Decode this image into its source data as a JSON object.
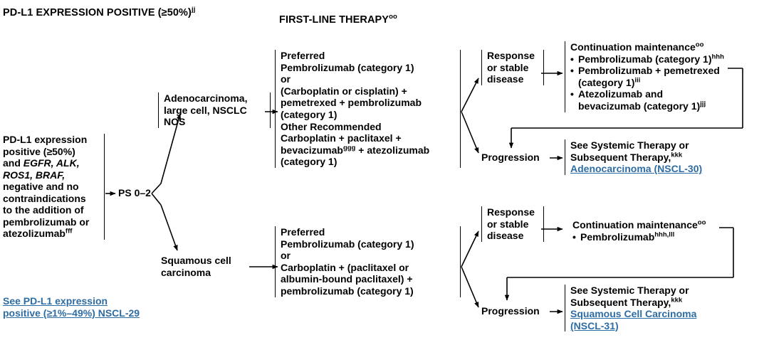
{
  "headers": {
    "left": "PD-L1 EXPRESSION POSITIVE (≥50%)",
    "left_sup": "jj",
    "therapy": "FIRST-LINE THERAPY",
    "therapy_sup": "oo"
  },
  "colors": {
    "link": "#2e6ca4",
    "line": "#000000",
    "background": "#ffffff"
  },
  "patient": {
    "line1": "PD-L1 expression",
    "line2": "positive (≥50%)",
    "line3_pre": "and ",
    "line3_genes": "EGFR, ALK,",
    "line4_genes": "ROS1, BRAF,",
    "line5": "negative and no",
    "line6": "contraindications",
    "line7": "to the addition of",
    "line8": "pembrolizumab or",
    "line9": "atezolizumab",
    "line9_sup": "fff"
  },
  "ps_node": "PS 0–2",
  "see_link": {
    "line1": "See PD-L1 expression",
    "line2": "positive (≥1%–49%) NSCL-29"
  },
  "histology": {
    "adeno": [
      "Adenocarcinoma,",
      "large cell, NSCLC",
      "NOS"
    ],
    "squamous": [
      "Squamous cell",
      "carcinoma"
    ]
  },
  "therapy_adeno": {
    "heading1": "Preferred",
    "l1": "Pembrolizumab (category 1)",
    "l2": "or",
    "l3": "(Carboplatin or cisplatin) +",
    "l4": "pemetrexed + pembrolizumab",
    "l5": "(category 1)",
    "heading2": "Other Recommended",
    "l6": "Carboplatin + paclitaxel +",
    "l7_pre": "bevacizumab",
    "l7_sup": "ggg",
    "l7_post": " + atezolizumab",
    "l8": "(category 1)"
  },
  "therapy_squamous": {
    "heading1": "Preferred",
    "l1": "Pembrolizumab (category 1)",
    "l2": "or",
    "l3": "Carboplatin + (paclitaxel or",
    "l4": "albumin-bound paclitaxel) +",
    "l5": "pembrolizumab (category 1)"
  },
  "outcomes": {
    "response": [
      "Response",
      "or stable",
      "disease"
    ],
    "progression": "Progression"
  },
  "maintenance_adeno": {
    "title": "Continuation maintenance",
    "title_sup": "oo",
    "b1_text": "Pembrolizumab (category 1)",
    "b1_sup": "hhh",
    "b2_text": "Pembrolizumab + pemetrexed",
    "b2_text2": "(category 1)",
    "b2_sup": "iii",
    "b3_text": "Atezolizumab and",
    "b3_text2": "bevacizumab (category 1)",
    "b3_sup": "jjj"
  },
  "maintenance_squamous": {
    "title": "Continuation maintenance",
    "title_sup": "oo",
    "b1_text": "Pembrolizumab",
    "b1_sup": "hhh,lll"
  },
  "subsequent_adeno": {
    "l1": "See Systemic Therapy or",
    "l2": "Subsequent Therapy,",
    "l2_sup": "kkk",
    "link": "Adenocarcinoma (NSCL-30)"
  },
  "subsequent_squamous": {
    "l1": "See Systemic Therapy or",
    "l2": "Subsequent Therapy,",
    "l2_sup": "kkk",
    "link1": "Squamous Cell Carcinoma",
    "link2": "(NSCL-31)"
  }
}
